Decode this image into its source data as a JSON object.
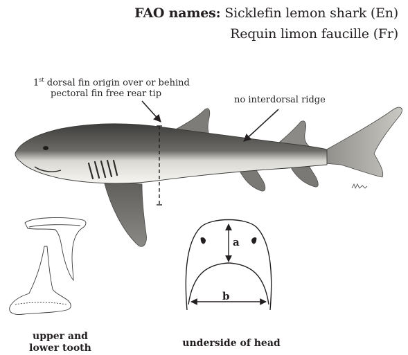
{
  "fao_names": {
    "label": "FAO names:",
    "english": "Sicklefin lemon shark (En)",
    "french": "Requin limon faucille (Fr)"
  },
  "annotations": {
    "dorsal_origin_sup": "st",
    "dorsal_origin_line1_rest": " dorsal fin origin over or behind",
    "dorsal_origin_number": "1",
    "dorsal_origin_line2": "pectoral fin free rear tip",
    "interdorsal": "no interdorsal ridge"
  },
  "head_diagram": {
    "label_a": "a",
    "label_b": "b",
    "caption": "underside of head"
  },
  "teeth": {
    "caption_line1": "upper and",
    "caption_line2": "lower tooth"
  },
  "colors": {
    "ink": "#231f20",
    "shark_dorsal": "#5a5a58",
    "shark_ventral": "#f4f3ef",
    "fin": "#7a7976"
  }
}
